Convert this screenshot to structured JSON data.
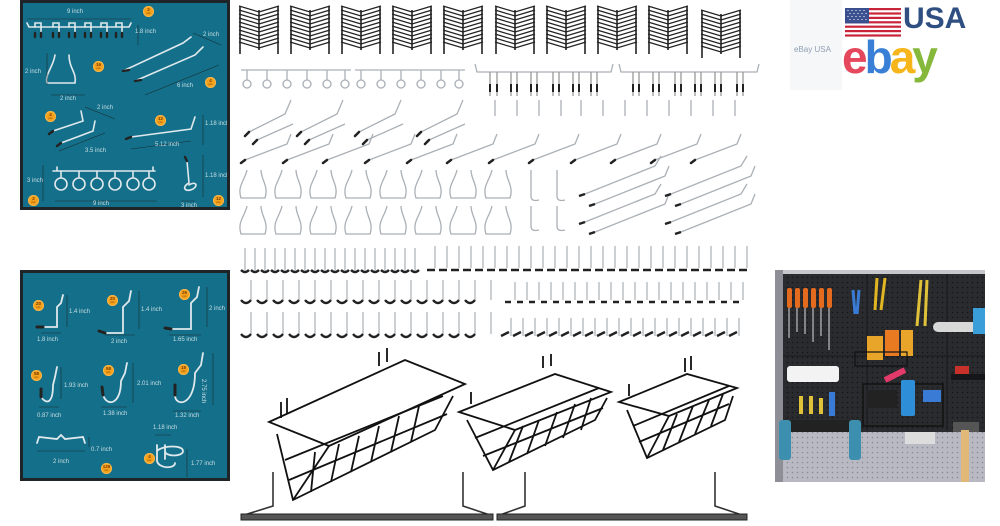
{
  "spec_panel_top": {
    "items": [
      {
        "name": "double-hook-rack",
        "width_label": "9 inch",
        "height_label": "1.8 inch",
        "qty": "2",
        "unit": "pcs"
      },
      {
        "name": "u-hook",
        "width_label": "2 inch",
        "height_label": "2 inch",
        "qty": "16",
        "unit": "pcs"
      },
      {
        "name": "double-prong-hook-long",
        "width_label": "2 inch",
        "length_label": "6 inch",
        "qty": "4",
        "unit": "pcs"
      },
      {
        "name": "double-prong-hook-short",
        "width_label": "2 inch",
        "length_label": "3.5 inch",
        "qty": "4",
        "unit": "pcs"
      },
      {
        "name": "single-hook",
        "length_label": "5.12 inch",
        "height_label": "1.18 inch",
        "qty": "12",
        "unit": "pcs"
      },
      {
        "name": "ring-hook-rack",
        "width_label": "9 inch",
        "height_label": "3 inch",
        "qty": "2",
        "unit": "pcs"
      },
      {
        "name": "loop-hook",
        "width_label": "3 inch",
        "height_label": "1.18 inch",
        "qty": "12",
        "unit": "pcs"
      }
    ]
  },
  "spec_panel_bottom": {
    "items": [
      {
        "name": "l-hook-small",
        "width_label": "1.8 inch",
        "height_label": "1.4 inch",
        "qty": "20",
        "unit": "pcs"
      },
      {
        "name": "l-hook-medium",
        "width_label": "2 inch",
        "height_label": "1.4 inch",
        "qty": "20",
        "unit": "pcs"
      },
      {
        "name": "l-hook-large",
        "width_label": "1.65 inch",
        "height_label": "2 inch",
        "qty": "26",
        "unit": "pcs"
      },
      {
        "name": "j-hook-small",
        "width_label": "0.87 inch",
        "height_label": "1.93 inch",
        "qty": "58",
        "unit": "pcs"
      },
      {
        "name": "j-hook-medium",
        "width_label": "1.38 inch",
        "height_label": "2.01 inch",
        "qty": "58",
        "unit": "pcs"
      },
      {
        "name": "j-hook-large",
        "width_label": "1.32 inch",
        "height_label": "2.75 inch",
        "qty": "18",
        "unit": "pcs"
      },
      {
        "name": "peg-lock",
        "width_label": "2 inch",
        "height_label": "0.7 inch",
        "qty": "129",
        "unit": "pcs"
      },
      {
        "name": "ring-holder",
        "width_label": "1.18 inch",
        "height_label": "1.77 inch",
        "qty": "4",
        "unit": "pcs"
      }
    ]
  },
  "logo": {
    "side_text": "eBay USA",
    "country": "USA",
    "brand_letters": [
      "e",
      "b",
      "a",
      "y"
    ],
    "colors": {
      "e": "#e5475c",
      "b": "#3a7fd6",
      "a": "#f6b51b",
      "y": "#86b83c",
      "usa": "#2f4f82"
    }
  },
  "contents": {
    "peg_lock_bundles": 10,
    "baskets": 3,
    "shelf_brackets": 2
  },
  "colors": {
    "panel_bg": "#14708a",
    "badge": "#f4a21c"
  }
}
